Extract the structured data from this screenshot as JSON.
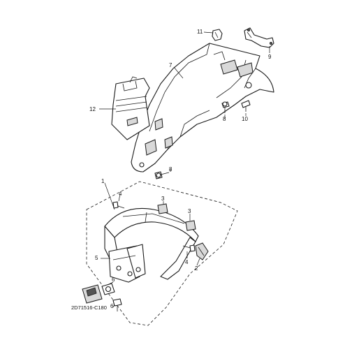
{
  "callouts": {
    "c1": "1",
    "c2": "2",
    "c3a": "3",
    "c3b": "3",
    "c4a": "4",
    "c4b": "4",
    "c5": "5",
    "c6a": "6",
    "c6b": "6",
    "c7": "7",
    "c8a": "8",
    "c8b": "8",
    "c9": "9",
    "c10": "10",
    "c11": "11",
    "c12": "12"
  },
  "diagram_code": "2D71516-C180"
}
